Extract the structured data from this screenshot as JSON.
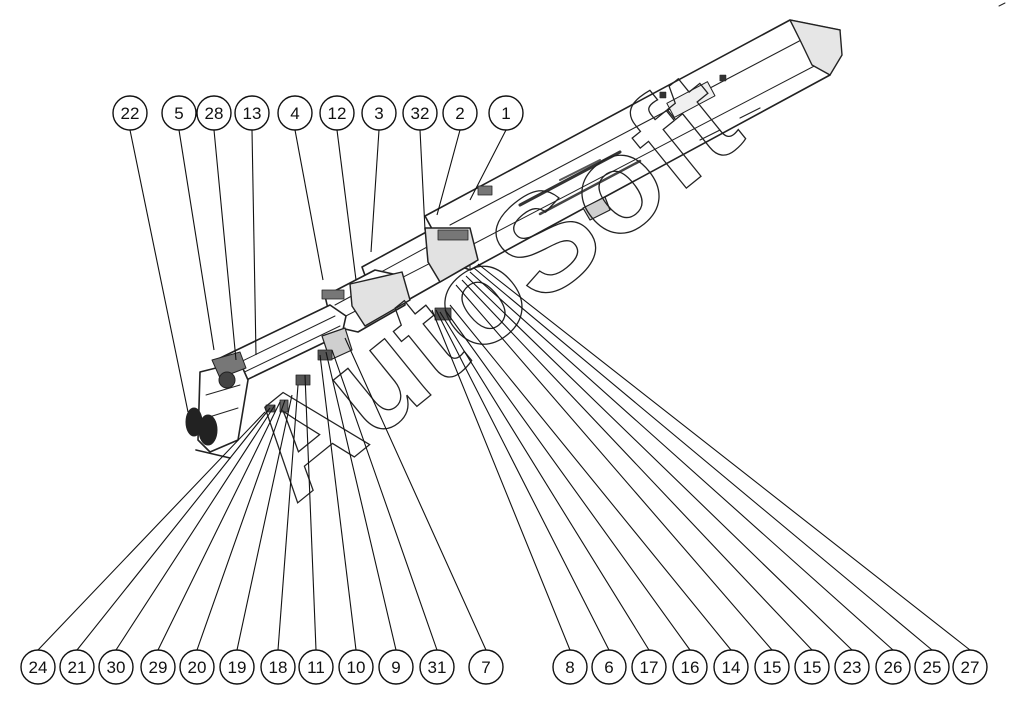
{
  "diagram": {
    "watermark": "AutoSoft",
    "top_callouts": [
      "22",
      "5",
      "28",
      "13",
      "4",
      "12",
      "3",
      "32",
      "2",
      "1"
    ],
    "bottom_callouts": [
      "24",
      "21",
      "30",
      "29",
      "20",
      "19",
      "18",
      "11",
      "10",
      "9",
      "31",
      "7",
      "8",
      "6",
      "17",
      "16",
      "14",
      "15",
      "15",
      "23",
      "26",
      "25",
      "27"
    ]
  }
}
